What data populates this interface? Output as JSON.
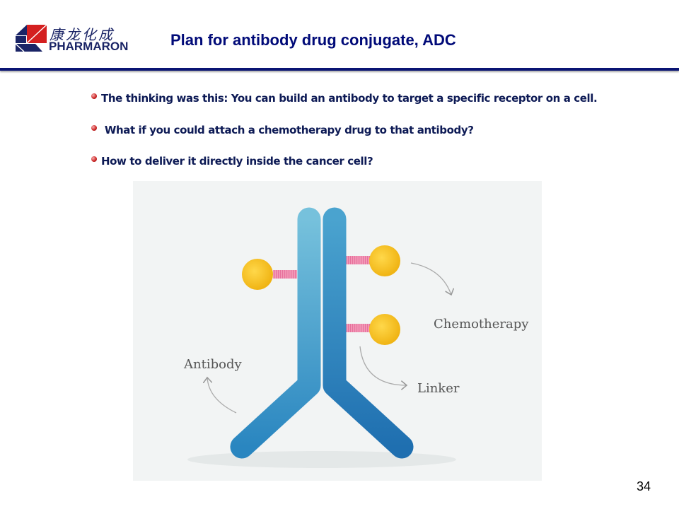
{
  "logo": {
    "chinese": "康龙化成",
    "english": "PHARMARON"
  },
  "title": "Plan for antibody drug conjugate, ADC",
  "bullets": [
    "The thinking was this: You can build an antibody to target a specific receptor on a cell.",
    " What if you could attach a chemotherapy drug to that antibody?",
    "How to deliver it directly inside the cancer cell?"
  ],
  "figure": {
    "labels": {
      "chemotherapy": "Chemotherapy",
      "antibody": "Antibody",
      "linker": "Linker"
    }
  },
  "page_number": "34",
  "colors": {
    "title": "#000a78",
    "rule": "#0a1473",
    "antibody": "#2a86c0",
    "drug": "#f6c21e",
    "linker": "#f07fa8"
  }
}
